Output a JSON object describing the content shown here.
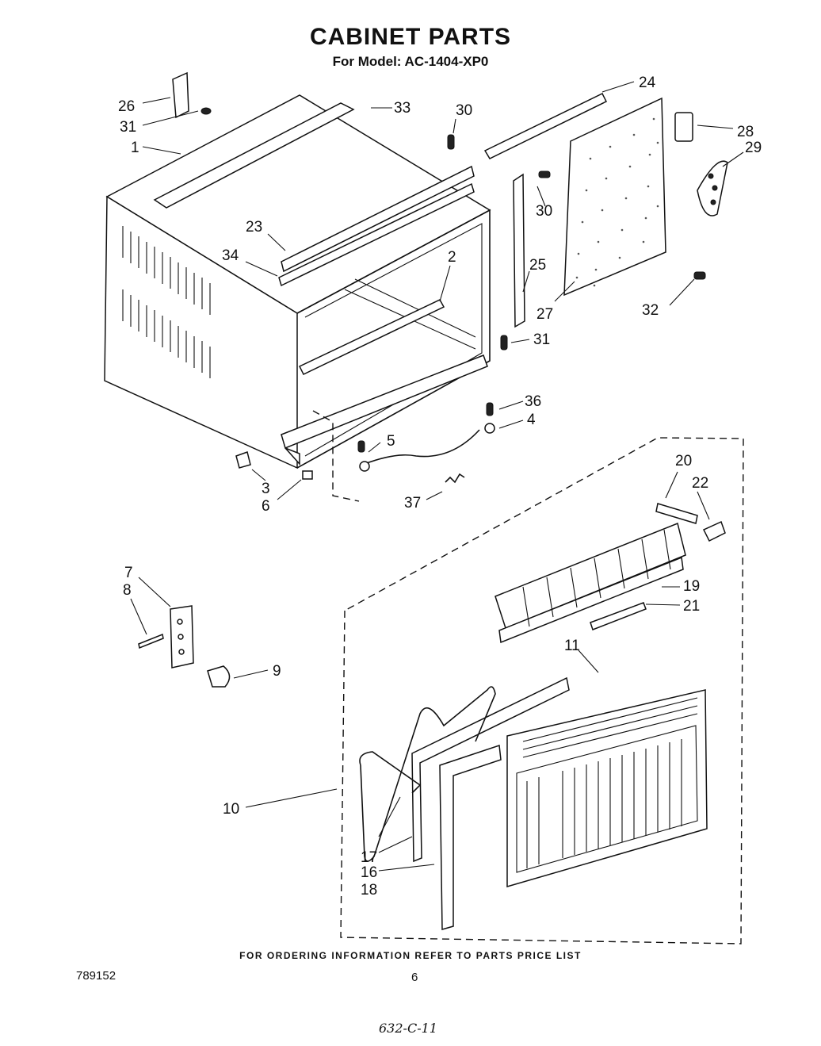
{
  "header": {
    "title": "CABINET PARTS",
    "subtitle": "For Model: AC-1404-XP0"
  },
  "footer": {
    "ordering_note": "FOR ORDERING INFORMATION REFER TO PARTS PRICE LIST",
    "document_number": "789152",
    "page_number": "6",
    "handwritten_note": "632-C-11"
  },
  "callouts": {
    "c1": "1",
    "c2": "2",
    "c3": "3",
    "c4": "4",
    "c5": "5",
    "c6": "6",
    "c7": "7",
    "c8": "8",
    "c9": "9",
    "c10": "10",
    "c11": "11",
    "c16": "16",
    "c17": "17",
    "c18": "18",
    "c19": "19",
    "c20": "20",
    "c21": "21",
    "c22": "22",
    "c23": "23",
    "c24": "24",
    "c25": "25",
    "c26": "26",
    "c27": "27",
    "c28": "28",
    "c29": "29",
    "c30a": "30",
    "c30b": "30",
    "c31a": "31",
    "c31b": "31",
    "c32": "32",
    "c33": "33",
    "c34": "34",
    "c36": "36",
    "c37": "37"
  }
}
